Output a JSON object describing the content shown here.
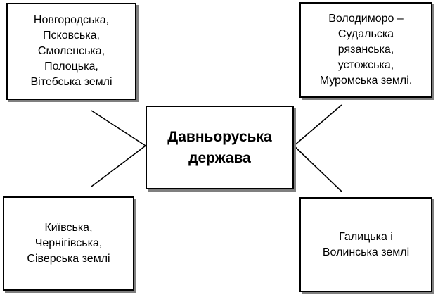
{
  "center": {
    "text": "Давньоруська\nдержава"
  },
  "regions": {
    "top_left": "Новгородська,\nПсковська,\nСмоленська,\nПолоцька,\nВітебська землі",
    "top_right": "Володиморо –\nСудальска\nрязанська,\nустожська,\nМуромська землі.",
    "bottom_left": "Київська,\nЧернігівська,\nСіверська землі",
    "bottom_right": "Галицька і\nВолинська землі"
  },
  "colors": {
    "border": "#000000",
    "shadow": "#7f7f7f",
    "background": "#ffffff"
  }
}
